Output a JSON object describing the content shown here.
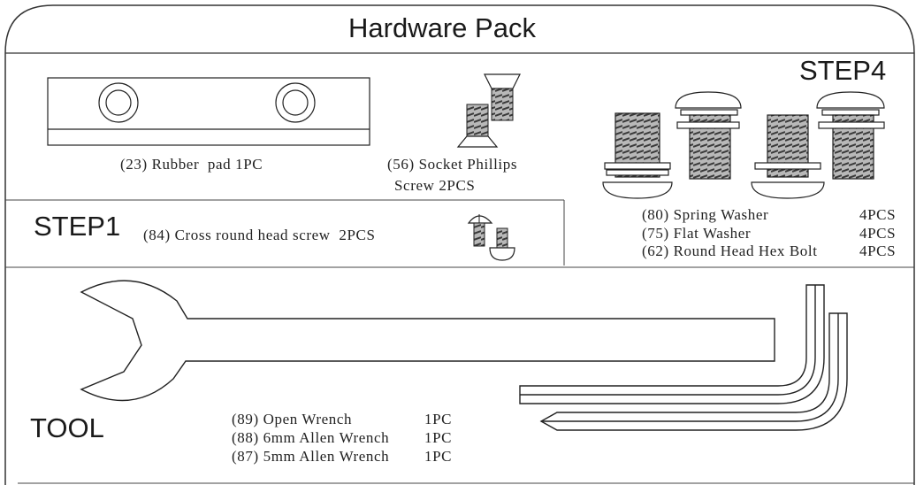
{
  "title": "Hardware Pack",
  "step1": {
    "heading": "STEP1",
    "item": "(84) Cross round head screw  2PCS"
  },
  "step4": {
    "heading": "STEP4",
    "items": [
      {
        "code": "(80)",
        "name": "Spring Washer",
        "qty": "4PCS"
      },
      {
        "code": "(75)",
        "name": "Flat Washer",
        "qty": "4PCS"
      },
      {
        "code": "(62)",
        "name": "Round Head Hex Bolt",
        "qty": "4PCS"
      }
    ]
  },
  "misc": {
    "rubber_pad": "(23) Rubber  pad 1PC",
    "socket_line1": "(56) Socket Phillips",
    "socket_line2": "Screw 2PCS"
  },
  "tool": {
    "heading": "TOOL",
    "items": [
      {
        "code": "(89)",
        "name": "Open Wrench",
        "qty": "1PC"
      },
      {
        "code": "(88)",
        "name": "6mm Allen Wrench",
        "qty": "1PC"
      },
      {
        "code": "(87)",
        "name": "5mm Allen Wrench",
        "qty": "1PC"
      }
    ]
  }
}
